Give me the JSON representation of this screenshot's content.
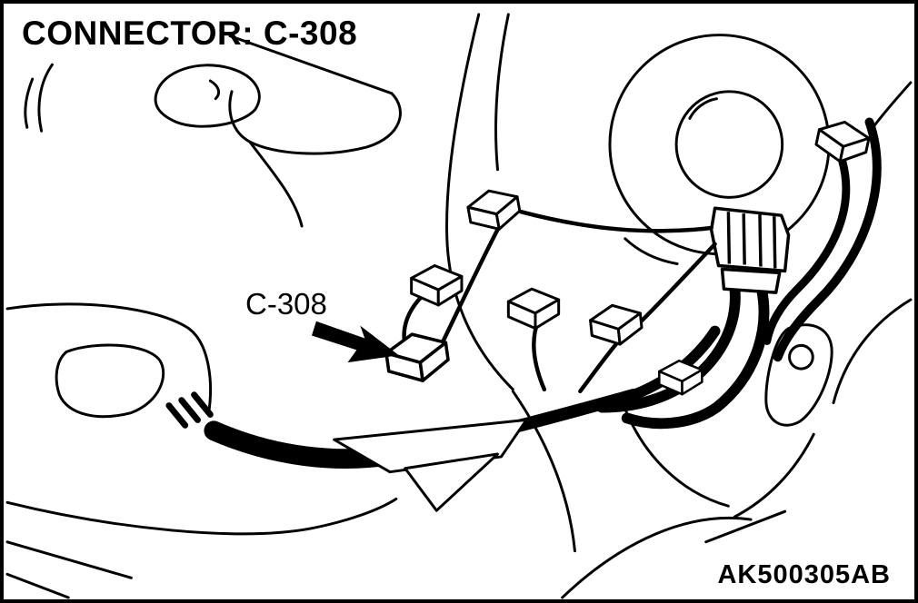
{
  "figure": {
    "title": "CONNECTOR: C-308",
    "callout": "C-308",
    "figure_code": "AK500305AB"
  },
  "diagram": {
    "type": "connector-location-line-drawing",
    "subject": "Dashboard and steering column area with wiring harness; arrow indicates connector C-308",
    "colors": {
      "line": "#000000",
      "background": "#ffffff"
    }
  }
}
